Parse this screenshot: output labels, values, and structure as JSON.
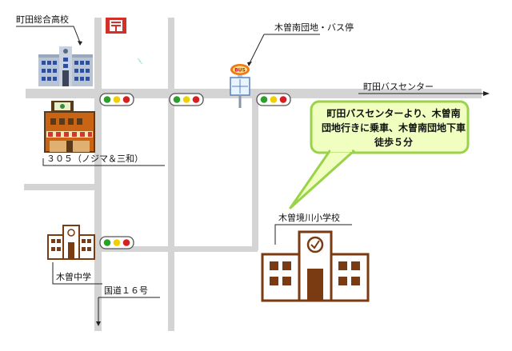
{
  "labels": {
    "machida_high_school": "町田総合高校",
    "kiso_minami_stop": "木曽南団地・バス停",
    "machida_bus_center": "町田バスセンター",
    "store_305": "３０５（ノジマ＆三和）",
    "kisosakaigawa_elementary": "木曽境川小学校",
    "kiso_junior_high": "木曽中学",
    "route_16": "国道１６号"
  },
  "callout": {
    "line1": "町田バスセンターより、木曽南",
    "line2": "団地行きに乗車、木曽南団地下車",
    "line3": "徒歩５分"
  },
  "colors": {
    "road": "#d4d4d4",
    "school_brown": "#7a3a12",
    "callout_fill": "#f0ffc0",
    "callout_border": "#9ad24a",
    "post_office_red": "#d2312a",
    "signal_red": "#d81e1e",
    "signal_yellow": "#f0d000",
    "signal_green": "#2aa02a"
  },
  "icons": [
    "post-office-icon",
    "bus-stop-icon",
    "traffic-signal-icon",
    "school-building-icon",
    "store-building-icon"
  ]
}
